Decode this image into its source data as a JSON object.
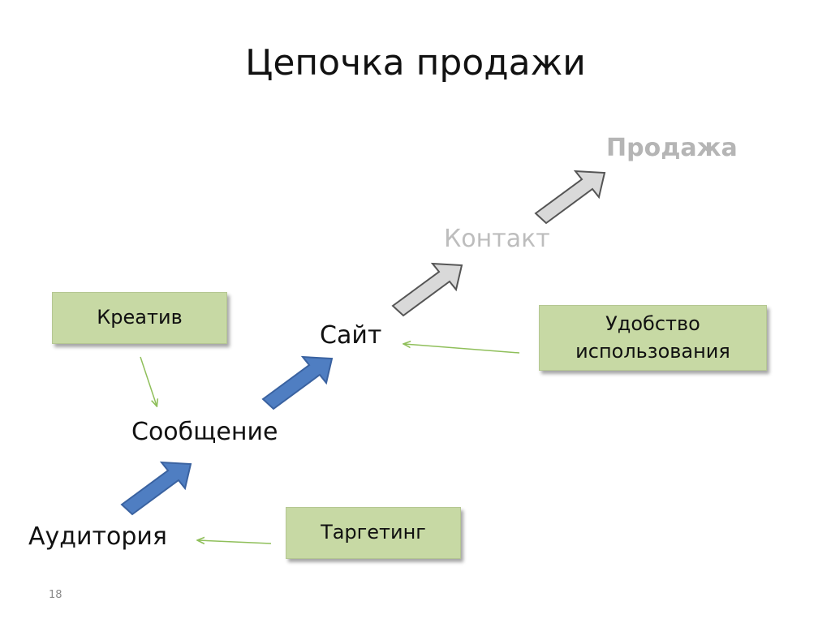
{
  "title": "Цепочка продажи",
  "chain": {
    "audience": "Аудитория",
    "message": "Сообщение",
    "site": "Сайт",
    "contact": "Контакт",
    "sale": "Продажа"
  },
  "factors": {
    "creative": "Креатив",
    "targeting": "Таргетинг",
    "usability_line1": "Удобство",
    "usability_line2": "использования"
  },
  "page_number": "18",
  "colors": {
    "active_arrow": "#4f7ec2",
    "inactive_arrow": "#d9d9d9",
    "factor_box": "#c7d9a4",
    "influence_line": "#8fbf5a"
  }
}
